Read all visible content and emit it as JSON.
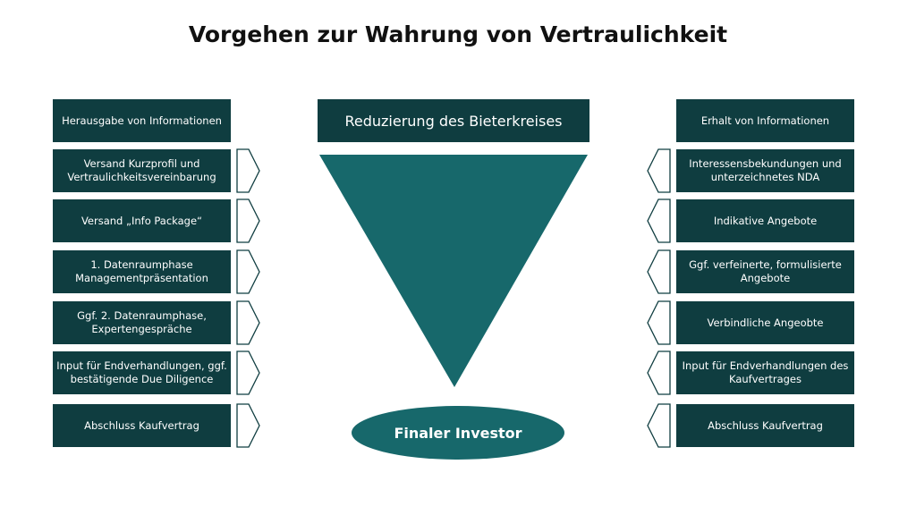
{
  "title": "Vorgehen zur Wahrung von Vertraulichkeit",
  "center": {
    "top_label": "Reduzierung des Bieterkreises",
    "bottom_label": "Finaler Investor"
  },
  "left": [
    "Herausgabe von Informationen",
    "Versand Kurzprofil und Vertraulichkeitsvereinbarung",
    "Versand „Info Package“",
    "1. Datenraumphase Managementpräsentation",
    "Ggf. 2. Datenraumphase, Expertengespräche",
    "Input für Endverhandlungen, ggf. bestätigende Due Diligence",
    "Abschluss Kaufvertrag"
  ],
  "right": [
    "Erhalt von Informationen",
    "Interessensbekundungen und unterzeichnetes NDA",
    "Indikative Angebote",
    "Ggf. verfeinerte, formulisierte Angebote",
    "Verbindliche Angeobte",
    "Input für Endverhandlungen des Kaufvertrages",
    "Abschluss Kaufvertrag"
  ],
  "colors": {
    "box": "#0f3d40",
    "funnel": "#17686b"
  }
}
